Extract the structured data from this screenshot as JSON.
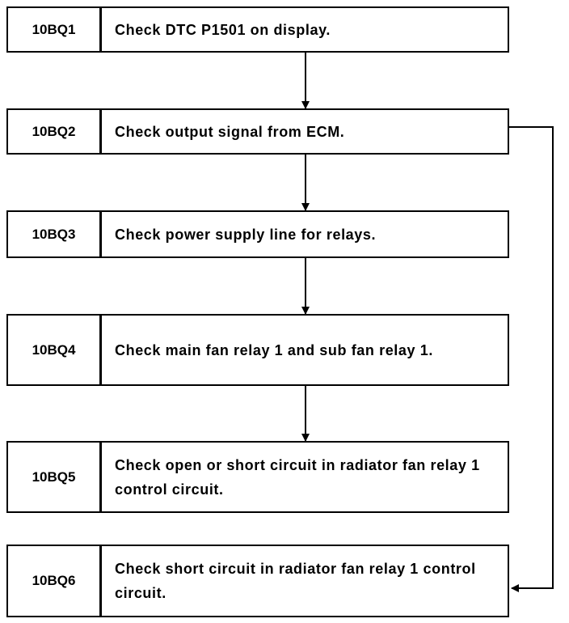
{
  "steps": [
    {
      "id": "10BQ1",
      "text": "Check DTC P1501 on display."
    },
    {
      "id": "10BQ2",
      "text": "Check output signal from ECM."
    },
    {
      "id": "10BQ3",
      "text": "Check power supply line for relays."
    },
    {
      "id": "10BQ4",
      "text": "Check main fan relay 1 and sub fan relay 1."
    },
    {
      "id": "10BQ5",
      "text": "Check open or short circuit in radiator fan relay 1 control circuit."
    },
    {
      "id": "10BQ6",
      "text": "Check short circuit in radiator fan relay 1 control circuit."
    }
  ]
}
